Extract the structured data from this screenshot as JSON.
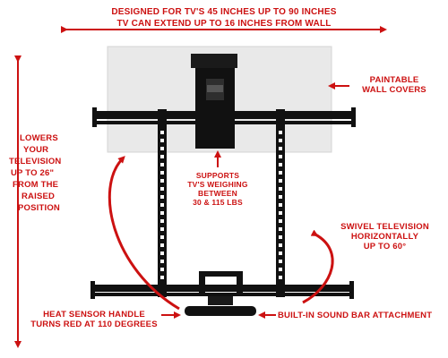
{
  "colors": {
    "accent": "#cc1111",
    "mount": "#111111",
    "wall_panel": "#e9e9e9"
  },
  "top_banner": {
    "line1": "DESIGNED FOR TV'S 45 INCHES UP TO 90 INCHES",
    "line2": "TV CAN EXTEND UP TO 16 INCHES FROM WALL"
  },
  "paintable": {
    "line1": "PAINTABLE",
    "line2": "WALL COVERS"
  },
  "lowers": {
    "line1": "LOWERS",
    "line2": "YOUR",
    "line3": "TELEVISION",
    "line4": "UP TO 26\"",
    "line5": "FROM THE",
    "line6": "RAISED",
    "line7": "POSITION"
  },
  "supports": {
    "line1": "SUPPORTS",
    "line2": "TV'S WEIGHING",
    "line3": "BETWEEN",
    "line4": "30 & 115 LBS"
  },
  "swivel": {
    "line1": "SWIVEL TELEVISION",
    "line2": "HORIZONTALLY",
    "line3": "UP TO 60°"
  },
  "heat_sensor": {
    "line1": "HEAT SENSOR HANDLE",
    "line2": "TURNS RED AT 110 DEGREES"
  },
  "sound_bar": {
    "label": "BUILT-IN SOUND BAR ATTACHMENT"
  }
}
